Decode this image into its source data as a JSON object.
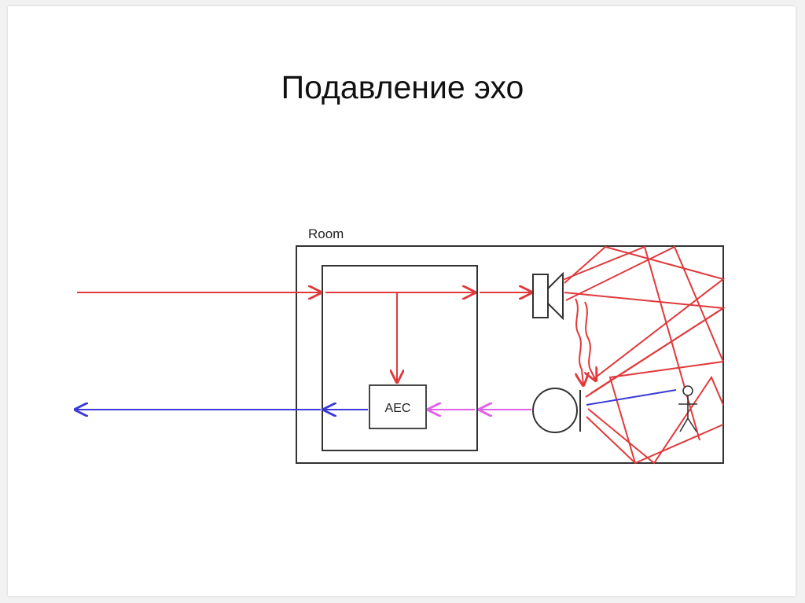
{
  "slide": {
    "title": "Подавление эхо"
  },
  "diagram": {
    "room_label": "Room",
    "aec_label": "AEC",
    "colors": {
      "far_end_signal": "#e0393b",
      "echo_paths": "#e0393b",
      "mic_signal": "#e060e8",
      "output_signal": "#3a3ad8",
      "speech_path": "#3a3ad8",
      "outline": "#333333"
    },
    "icons": [
      "loudspeaker-icon",
      "microphone-icon",
      "person-icon"
    ]
  }
}
